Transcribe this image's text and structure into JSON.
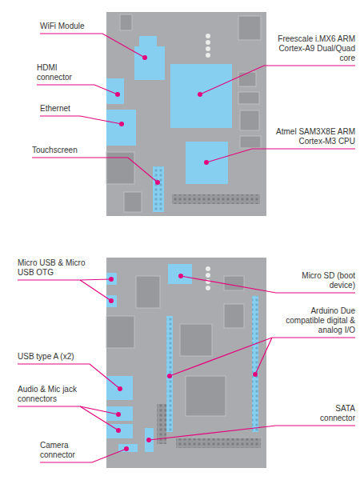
{
  "diagram": {
    "labels": [
      "WiFi Module",
      "Freescale i.MX6 ARM Cortex-A9 Dual/Quad core",
      "HDMI connector",
      "Ethernet",
      "Atmel SAM3X8E ARM Cortex-M3 CPU",
      "Touchscreen",
      "Micro USB & Micro USB OTG",
      "Micro SD (boot device)",
      "Arduino Due compatible digital & analog I/O",
      "USB type A (x2)",
      "Audio & Mic jack connectors",
      "SATA connector",
      "Camera connector"
    ]
  }
}
